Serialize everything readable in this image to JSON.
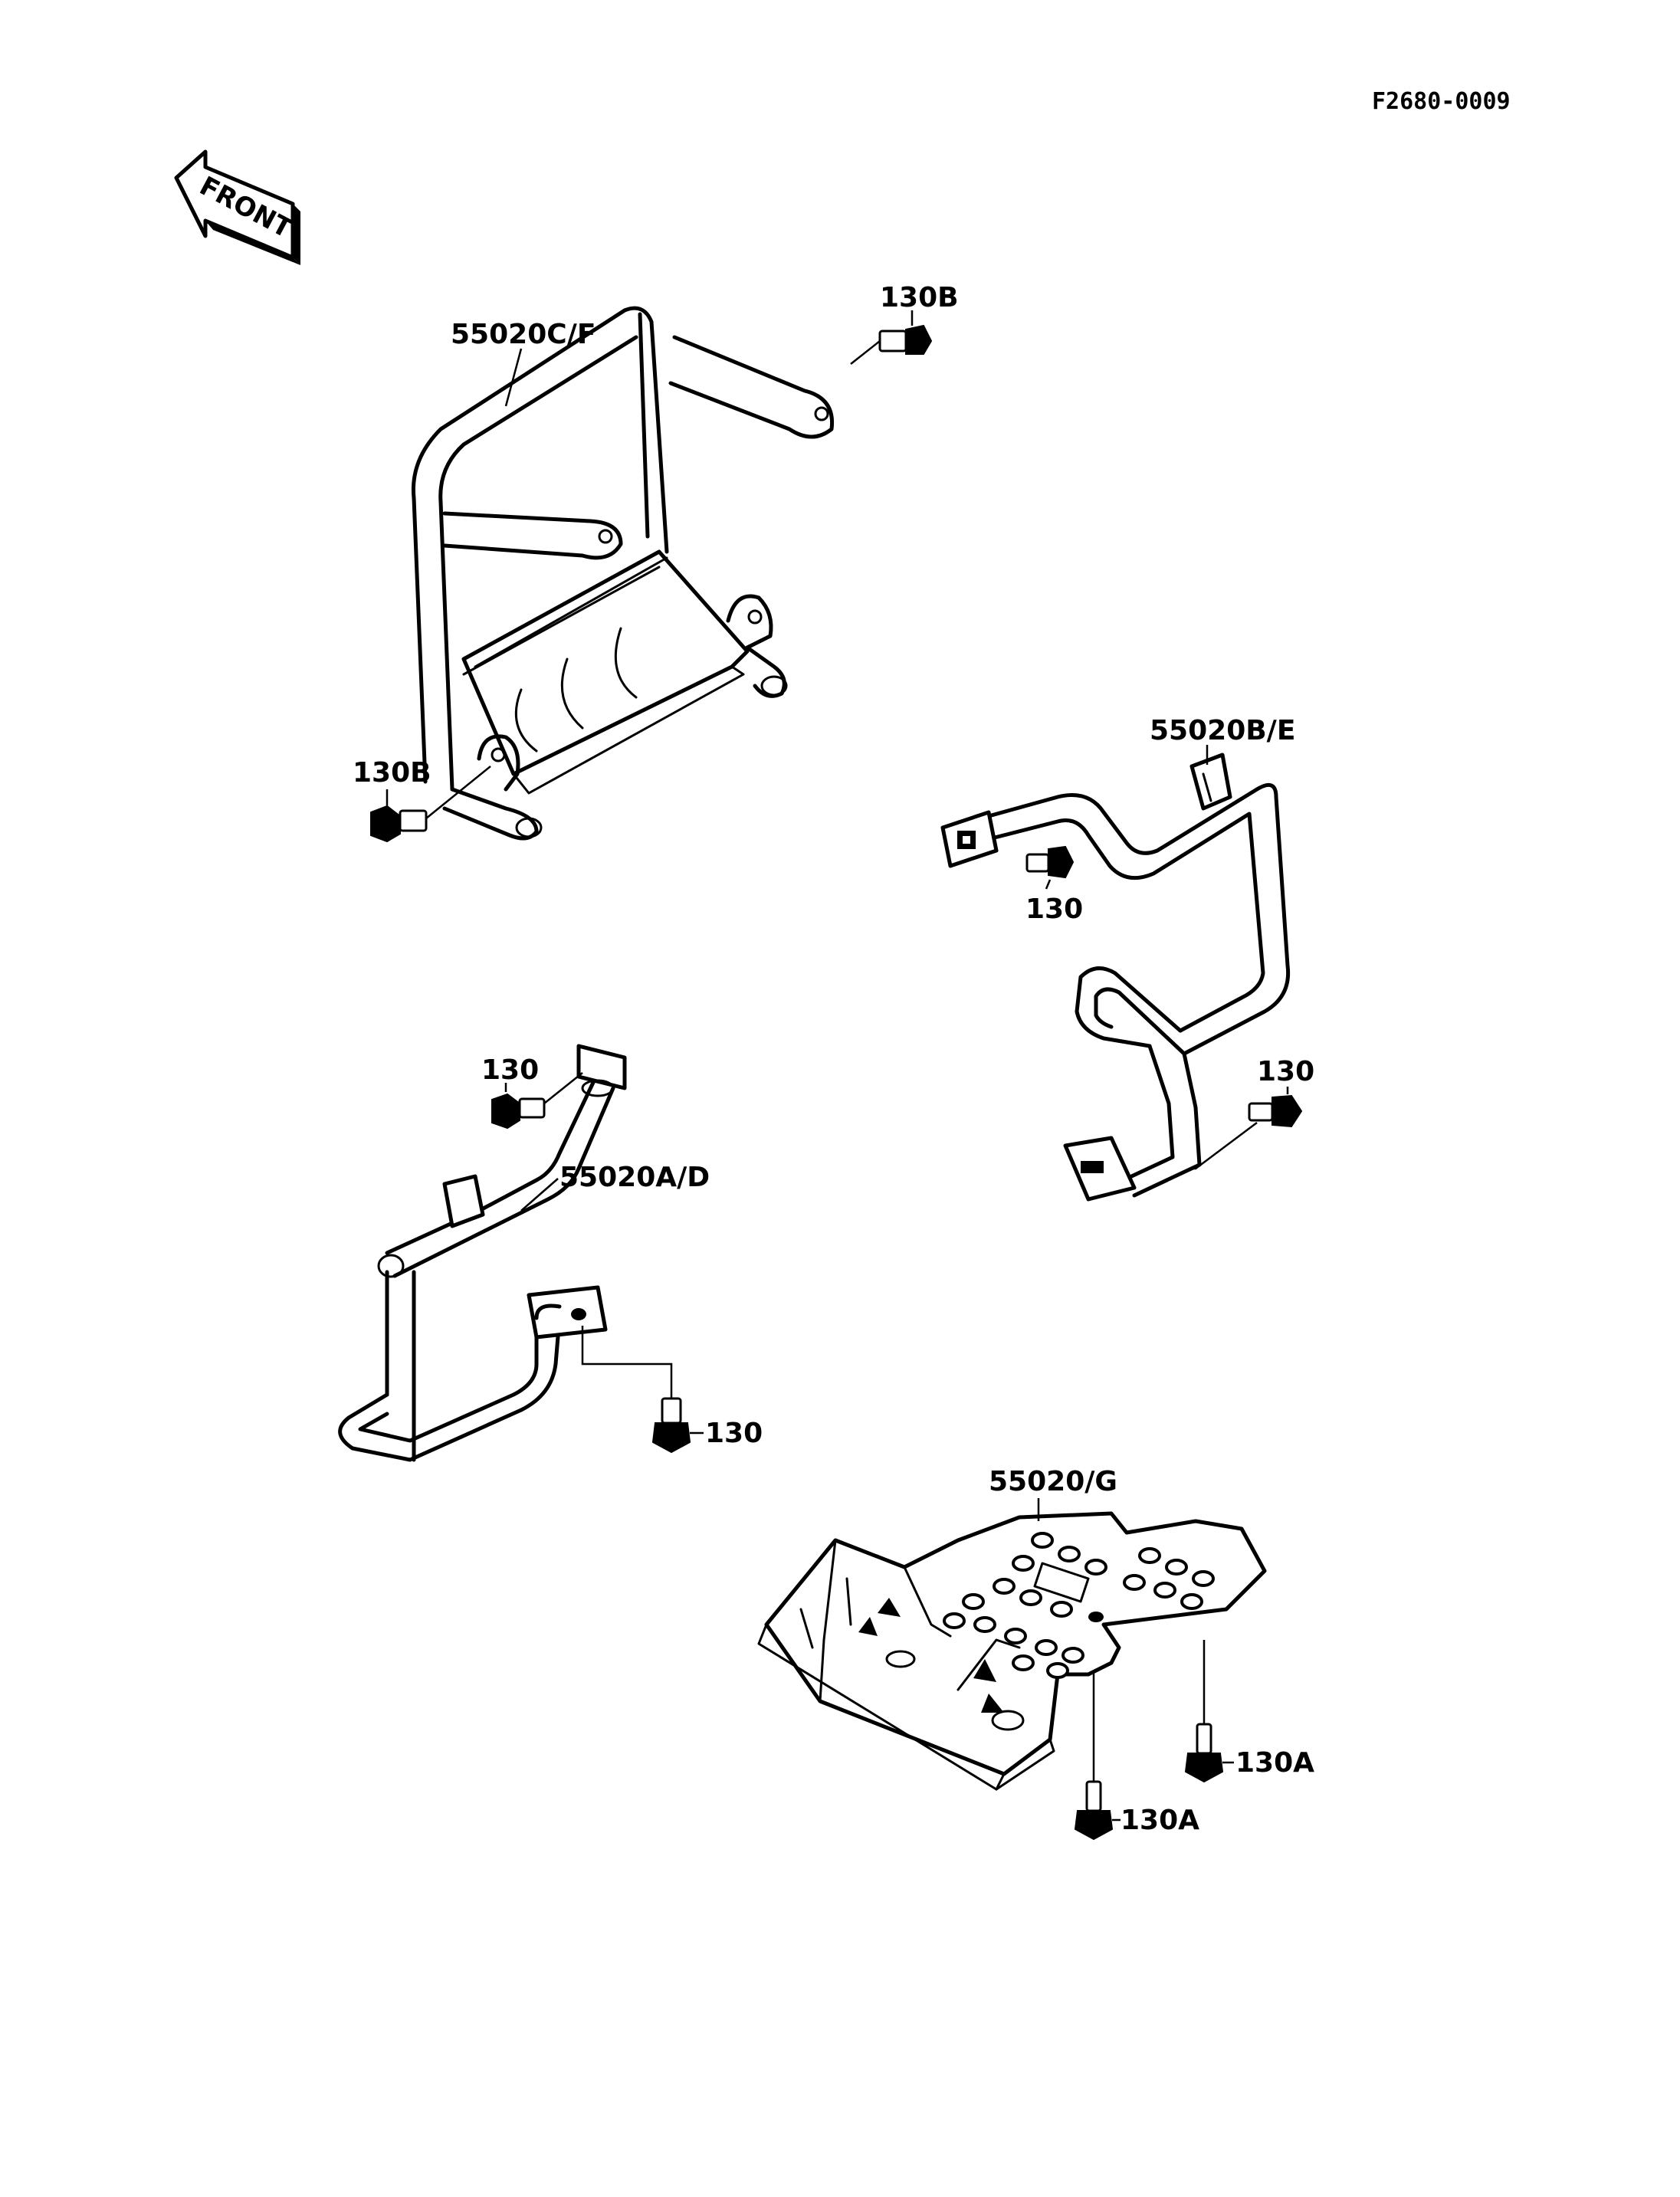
{
  "diagram": {
    "reference_code": "F2680-0009",
    "front_arrow_text": "FRONT",
    "labels": {
      "front_guard": "55020C/F",
      "front_guard_bolt_right": "130B",
      "front_guard_bolt_left": "130B",
      "right_footguard": "55020B/E",
      "right_footguard_bolt_upper": "130",
      "right_footguard_bolt_lower": "130",
      "left_footguard": "55020A/D",
      "left_footguard_bolt_upper": "130",
      "left_footguard_bolt_lower": "130",
      "skid_plate": "55020/G",
      "skid_plate_bolt_right": "130A",
      "skid_plate_bolt_left": "130A"
    }
  }
}
